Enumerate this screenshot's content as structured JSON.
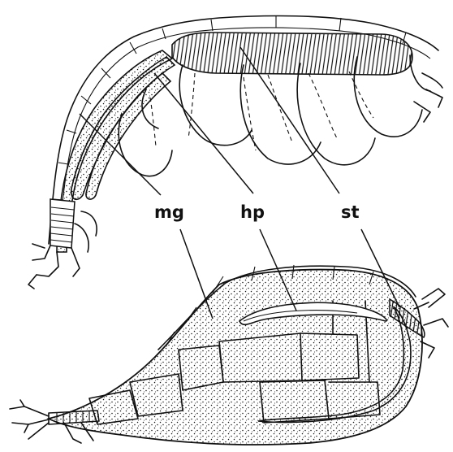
{
  "labels": {
    "midgut": "mg",
    "hepatopancreas": "hp",
    "stomach": "st"
  },
  "colors": {
    "ink": "#111111",
    "paper": "#ffffff"
  }
}
